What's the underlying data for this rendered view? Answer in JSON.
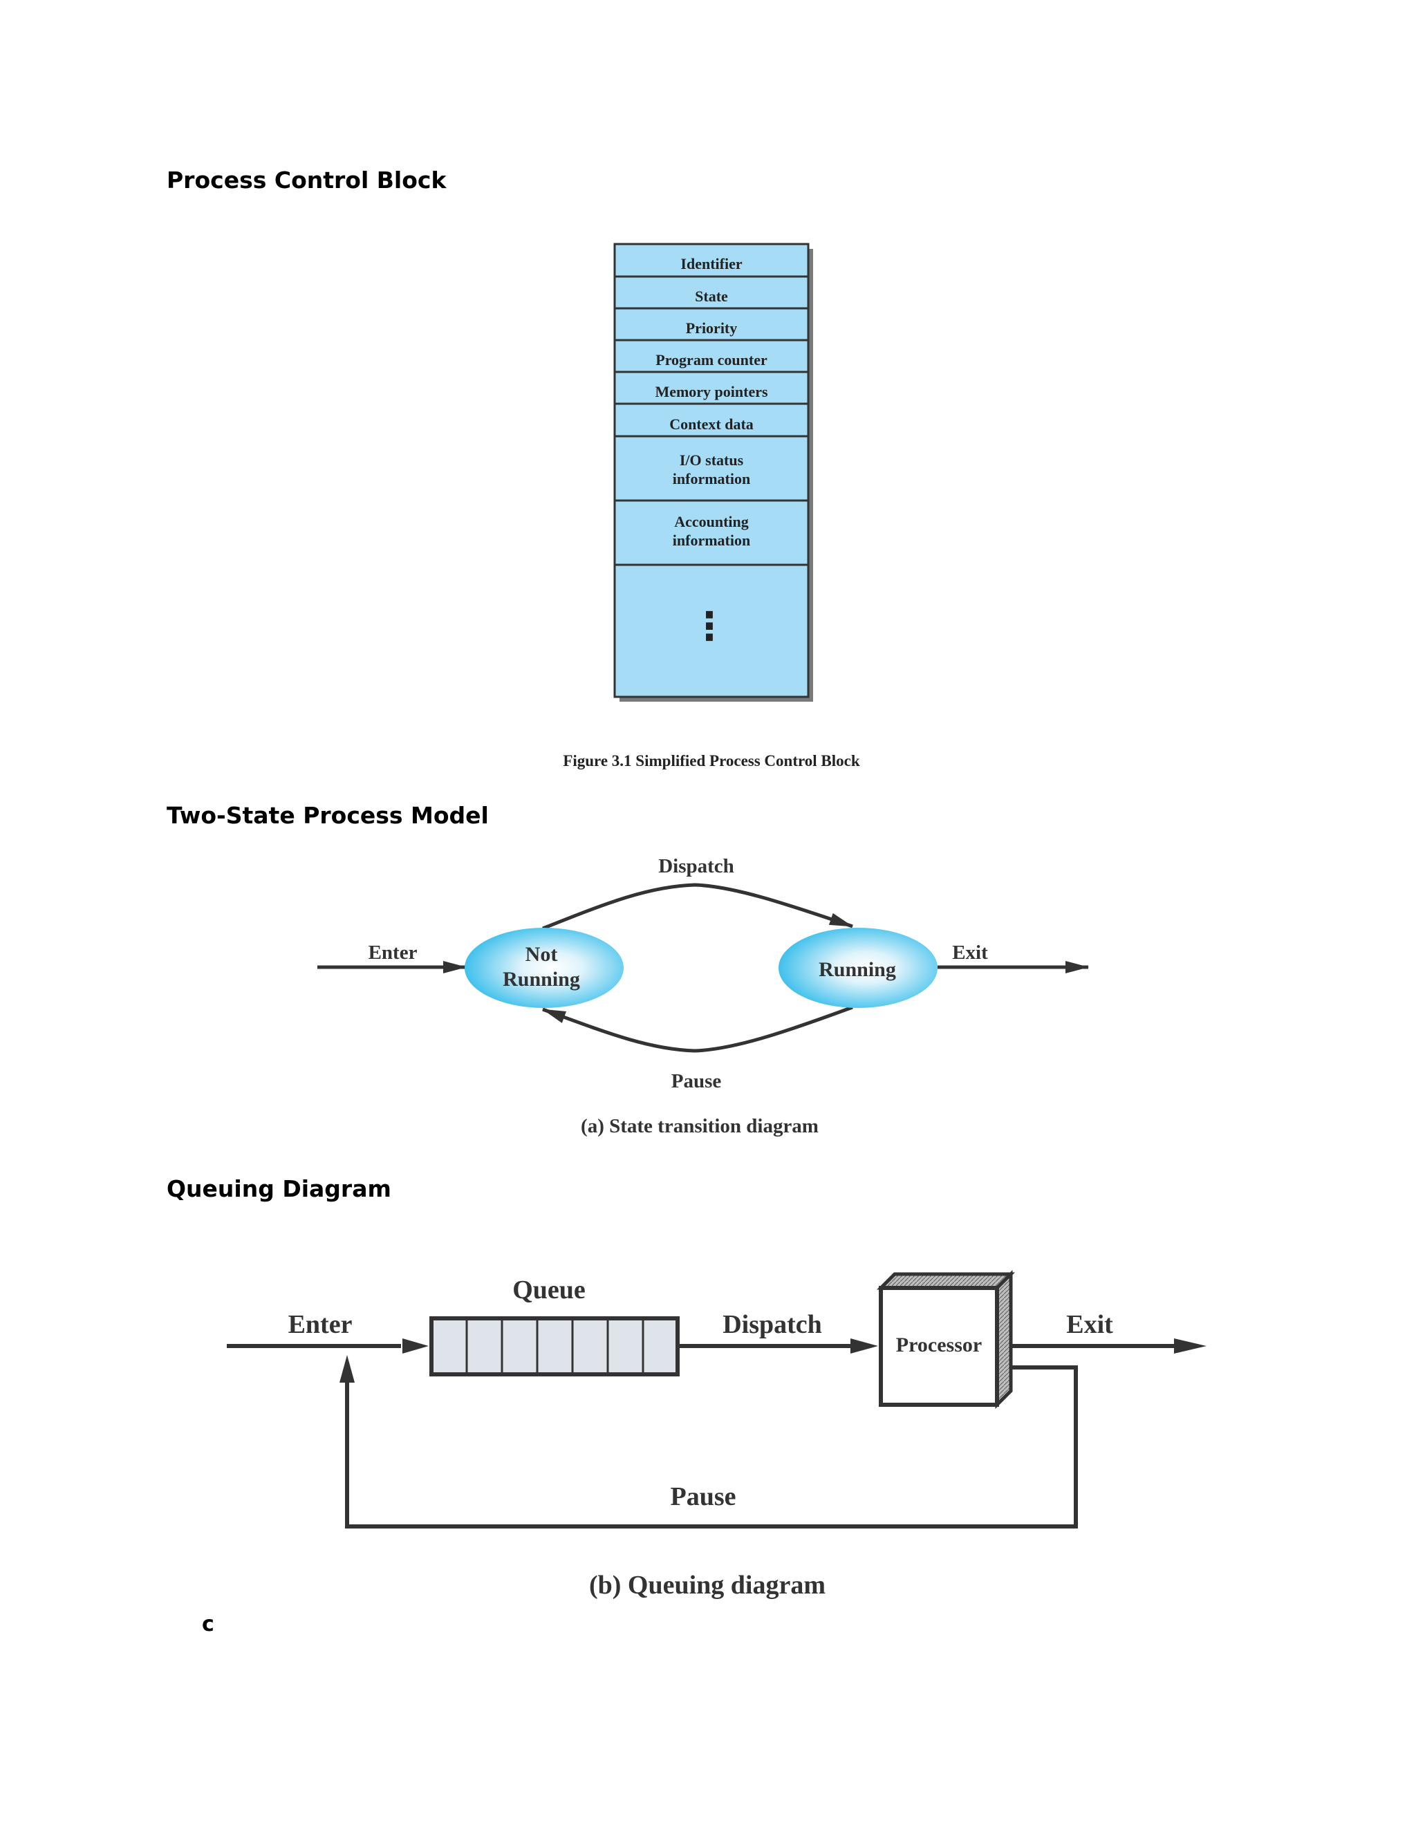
{
  "headings": {
    "pcb": "Process Control Block",
    "two_state": "Two-State Process Model",
    "queuing": "Queuing Diagram"
  },
  "pcb": {
    "fields": [
      "Identifier",
      "State",
      "Priority",
      "Program counter",
      "Memory pointers",
      "Context data",
      "I/O status",
      "information",
      "Accounting",
      "information"
    ],
    "ellipsis": "⋮",
    "caption": "Figure 3.1  Simplified Process Control Block",
    "fill_color": "#a6dcf5"
  },
  "two_state": {
    "enter": "Enter",
    "exit": "Exit",
    "dispatch": "Dispatch",
    "pause": "Pause",
    "not_running_1": "Not",
    "not_running_2": "Running",
    "running": "Running",
    "caption": "(a) State transition diagram",
    "ellipse_color": "#3fc0ec"
  },
  "queuing": {
    "queue": "Queue",
    "enter": "Enter",
    "dispatch": "Dispatch",
    "processor": "Processor",
    "exit": "Exit",
    "pause": "Pause",
    "caption": "(b) Queuing diagram"
  },
  "footer_char": "c"
}
